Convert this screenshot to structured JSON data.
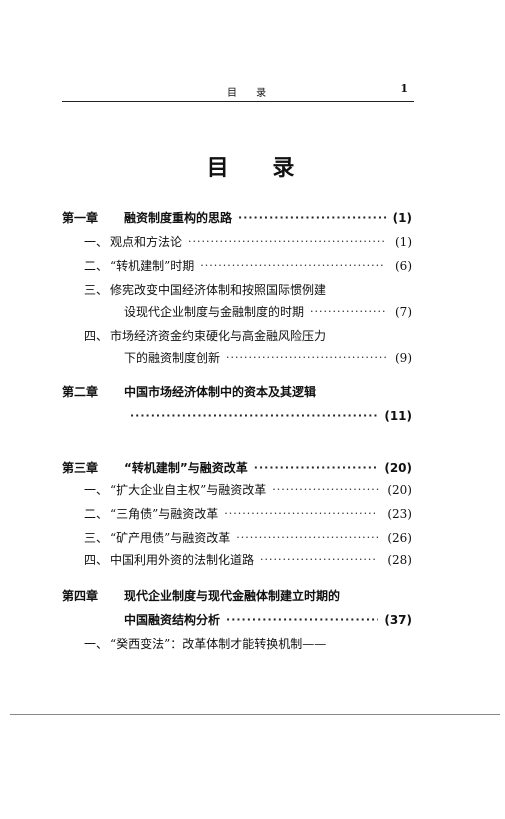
{
  "header": {
    "title": "目 录",
    "page": "1"
  },
  "title": "目 录",
  "entries": [
    {
      "type": "chapter",
      "label": "第一章",
      "text": "融资制度重构的思路",
      "page": "(1)"
    },
    {
      "type": "section",
      "label": "一、",
      "text": "观点和方法论",
      "page": "(1)"
    },
    {
      "type": "section",
      "label": "二、",
      "text": "“转机建制”时期",
      "page": "(6)"
    },
    {
      "type": "section",
      "label": "三、",
      "text": "修宪改变中国经济体制和按照国际惯例建",
      "page": ""
    },
    {
      "type": "cont",
      "label": "",
      "text": "设现代企业制度与金融制度的时期",
      "page": "(7)"
    },
    {
      "type": "section",
      "label": "四、",
      "text": "市场经济资金约束硬化与高金融风险压力",
      "page": ""
    },
    {
      "type": "cont",
      "label": "",
      "text": "下的融资制度创新",
      "page": "(9)"
    },
    {
      "type": "chapter",
      "label": "第二章",
      "text": "中国市场经济体制中的资本及其逻辑",
      "page": ""
    },
    {
      "type": "chcont",
      "label": "",
      "text": "",
      "page": "(11)"
    },
    {
      "type": "chapter",
      "label": "第三章",
      "text": "“转机建制”与融资改革",
      "page": "(20)"
    },
    {
      "type": "section",
      "label": "一、",
      "text": "“扩大企业自主权”与融资改革",
      "page": "(20)"
    },
    {
      "type": "section",
      "label": "二、",
      "text": "“三角债”与融资改革",
      "page": "(23)"
    },
    {
      "type": "section",
      "label": "三、",
      "text": "“矿产甩债”与融资改革",
      "page": "(26)"
    },
    {
      "type": "section",
      "label": "四、",
      "text": "中国利用外资的法制化道路",
      "page": "(28)"
    },
    {
      "type": "chapter",
      "label": "第四章",
      "text": "现代企业制度与现代金融体制建立时期的",
      "page": ""
    },
    {
      "type": "chcont",
      "label": "",
      "text": "中国融资结构分析",
      "page": "(37)"
    },
    {
      "type": "section",
      "label": "一、",
      "text": "“癸西变法”：改革体制才能转换机制——",
      "page": ""
    }
  ]
}
